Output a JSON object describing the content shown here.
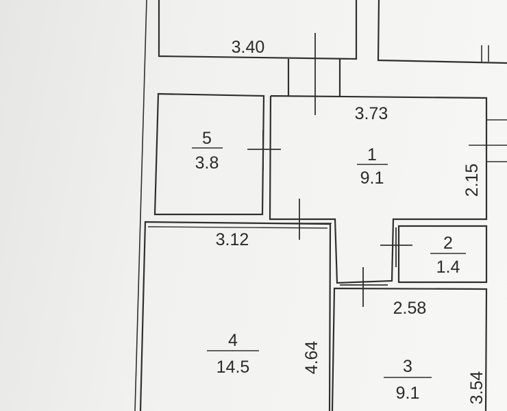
{
  "rooms": [
    {
      "id": "room-1",
      "number": "1",
      "area": "9.1"
    },
    {
      "id": "room-2",
      "number": "2",
      "area": "1.4"
    },
    {
      "id": "room-3",
      "number": "3",
      "area": "9.1"
    },
    {
      "id": "room-4",
      "number": "4",
      "area": "14.5"
    },
    {
      "id": "room-5",
      "number": "5",
      "area": "3.8"
    }
  ],
  "dimensions": {
    "top_room_width": "3.40",
    "room1_width": "3.73",
    "room1_height": "2.15",
    "room4_width": "3.12",
    "room4_height": "4.64",
    "room3_width": "2.58",
    "room3_height": "3.54"
  },
  "colors": {
    "line": "#2a2a2a",
    "paper": "#f3f3f1"
  }
}
